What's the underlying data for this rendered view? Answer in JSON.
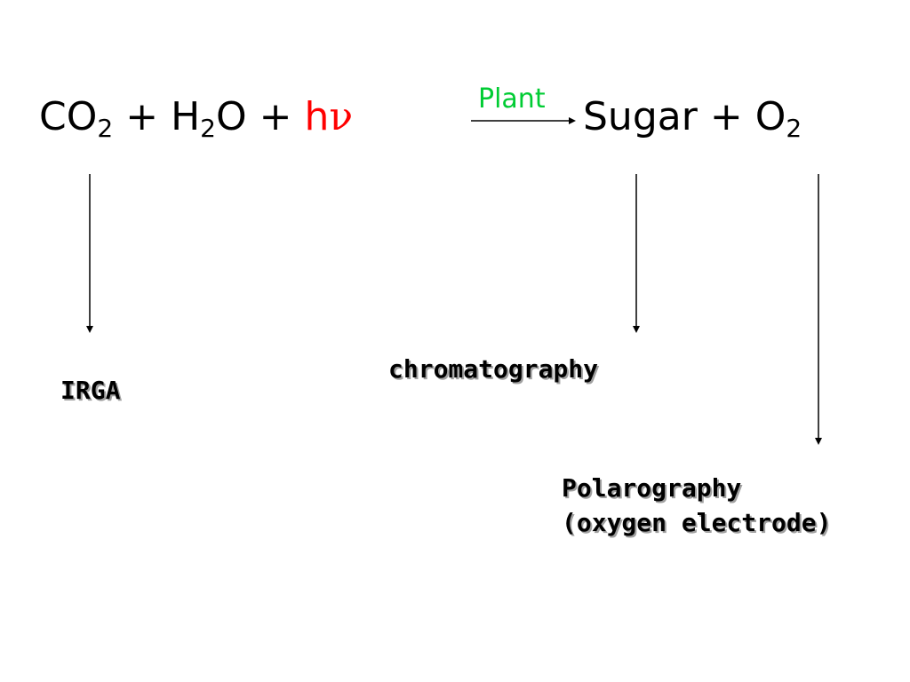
{
  "equation": {
    "reactant_co2": "CO",
    "reactant_co2_sub": "2",
    "plus_1": "+",
    "reactant_h2o_h": "H",
    "reactant_h2o_sub": "2",
    "reactant_h2o_o": "O",
    "plus_2": "+",
    "photon_h": "h",
    "photon_nu": "ν",
    "arrow_label": "Plant",
    "product_sugar": "Sugar",
    "plus_3": "+",
    "product_o2": "O",
    "product_o2_sub": "2"
  },
  "methods": {
    "irga": "IRGA",
    "chromatography": "chromatography",
    "polarography_line1": "Polarography",
    "polarography_line2": "(oxygen electrode)"
  },
  "colors": {
    "photon": "#ff0000",
    "plant_label": "#00cc33",
    "text": "#000000"
  }
}
